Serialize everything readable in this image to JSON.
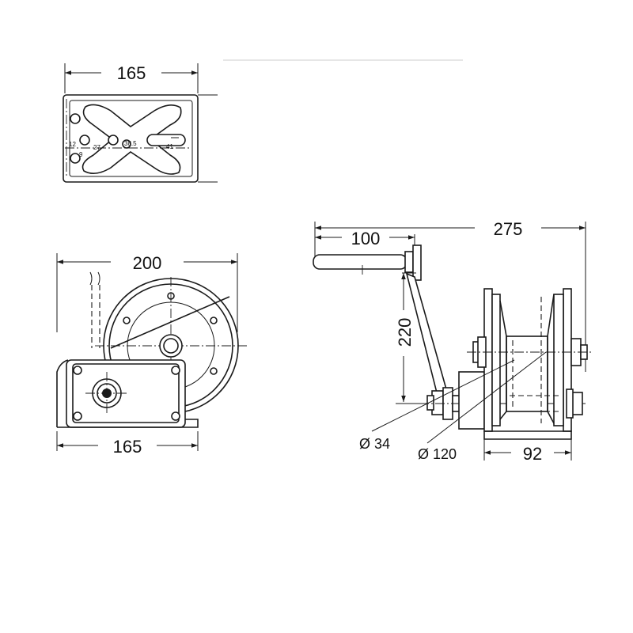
{
  "top_view": {
    "width_dim": "165",
    "hole_labels": [
      "12",
      "27",
      "38.5",
      "41",
      "9"
    ]
  },
  "front_view": {
    "drum_width_dim": "200",
    "base_width_dim": "165"
  },
  "side_view": {
    "overall_width_dim": "275",
    "handle_length_dim": "100",
    "crank_height_dim": "220",
    "shaft_diameter_dim": "Ø 34",
    "drum_diameter_dim": "Ø 120",
    "base_depth_dim": "92"
  }
}
